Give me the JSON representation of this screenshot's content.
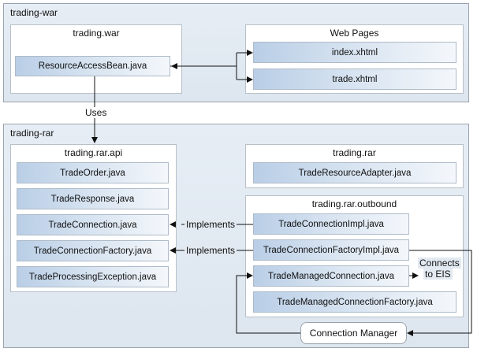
{
  "trading_war": {
    "title": "trading-war",
    "war_box": {
      "title": "trading.war",
      "bean": "ResourceAccessBean.java"
    },
    "web_pages": {
      "title": "Web Pages",
      "files": [
        "index.xhtml",
        "trade.xhtml"
      ]
    }
  },
  "uses_label": "Uses",
  "trading_rar": {
    "title": "trading-rar",
    "api": {
      "title": "trading.rar.api",
      "files": [
        "TradeOrder.java",
        "TradeResponse.java",
        "TradeConnection.java",
        "TradeConnectionFactory.java",
        "TradeProcessingException.java"
      ]
    },
    "rar": {
      "title": "trading.rar",
      "files": [
        "TradeResourceAdapter.java"
      ]
    },
    "outbound": {
      "title": "trading.rar.outbound",
      "files": [
        "TradeConnectionImpl.java",
        "TradeConnectionFactoryImpl.java",
        "TradeManagedConnection.java",
        "TradeManagedConnectionFactory.java"
      ]
    },
    "implements_1": "Implements",
    "implements_2": "Implements",
    "connects_line1": "Connects",
    "connects_line2": "to EIS",
    "connection_manager": "Connection Manager"
  }
}
